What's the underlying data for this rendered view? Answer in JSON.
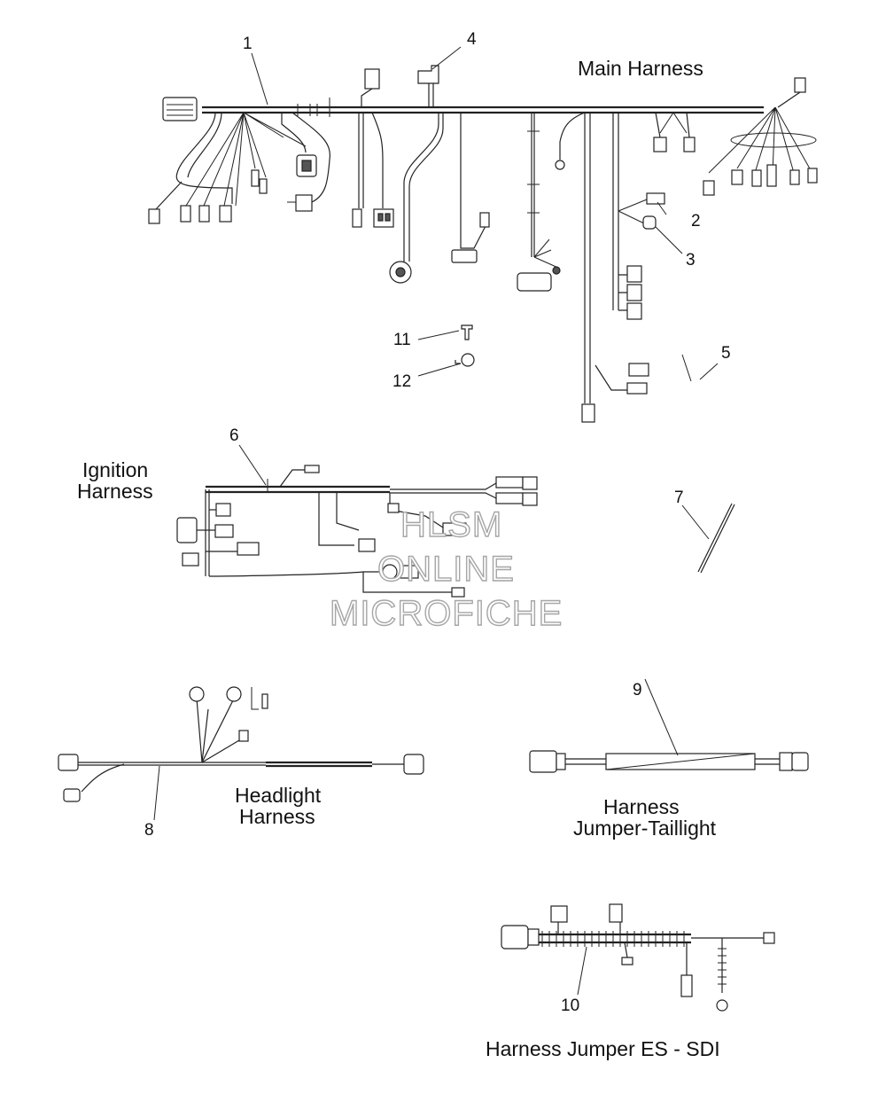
{
  "labels": {
    "main_harness": "Main Harness",
    "ignition_line1": "Ignition",
    "ignition_line2": "Harness",
    "headlight_line1": "Headlight",
    "headlight_line2": "Harness",
    "taillight_line1": "Harness",
    "taillight_line2": "Jumper-Taillight",
    "es_sdi": "Harness Jumper ES - SDI"
  },
  "callouts": [
    "1",
    "2",
    "3",
    "4",
    "5",
    "6",
    "7",
    "8",
    "9",
    "10",
    "11",
    "12"
  ],
  "watermark": {
    "line1": "HLSM",
    "line2": "ONLINE",
    "line3": "MICROFICHE"
  }
}
